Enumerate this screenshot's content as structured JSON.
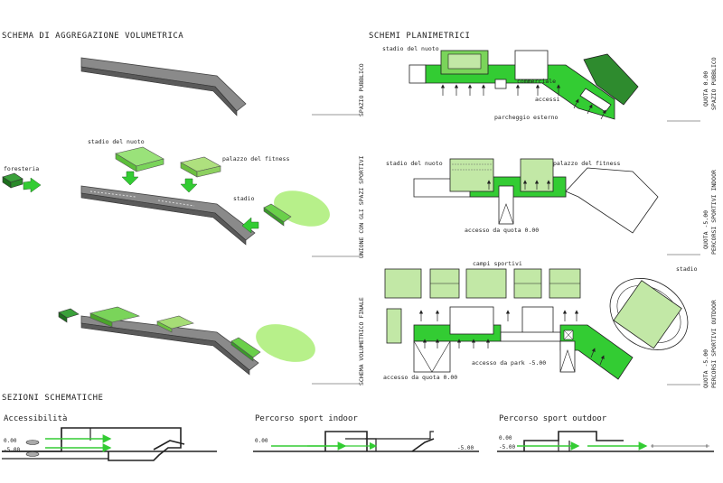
{
  "headings": {
    "volumetric": "SCHEMA DI AGGREGAZIONE VOLUMETRICA",
    "plans": "SCHEMI PLANIMETRICI",
    "sections": "SEZIONI SCHEMATICHE"
  },
  "side_labels": {
    "spazio_pubblico": "SPAZIO PUBBLICO",
    "unione": "UNIONE CON GLI SPAZI SPORTIVI",
    "schema_finale": "SCHEMA VOLUMETRICO FINALE",
    "quota_000": "QUOTA 0.00",
    "spazio_pubblico_r": "SPAZIO PUBBLICO",
    "quota_500a": "QUOTA -5.00",
    "percorsi_indoor": "PERCORSI SPORTIVI INDOOR",
    "quota_500b": "QUOTA -5.00",
    "percorsi_outdoor": "PERCORSI SPORTIVI OUTDOOR"
  },
  "volumetric_labels": {
    "stadio_nuoto": "stadio del nuoto",
    "palazzo_fitness": "palazzo del fitness",
    "foresteria": "foresteria",
    "stadio": "stadio"
  },
  "plan1": {
    "stadio_nuoto": "stadio del nuoto",
    "commerciale": "commerciale",
    "accessi": "accessi",
    "parcheggio": "parcheggio esterno"
  },
  "plan2": {
    "stadio_nuoto": "stadio del nuoto",
    "palazzo_fitness": "palazzo del fitness",
    "accesso_quota": "accesso da quota 0.00"
  },
  "plan3": {
    "campi": "campi sportivi",
    "stadio": "stadio",
    "accesso_park": "accesso da park -5.00",
    "accesso_quota": "accesso da quota 0.00"
  },
  "sections": {
    "accessibilita": "Accessibilità",
    "indoor": "Percorso sport indoor",
    "outdoor": "Percorso sport outdoor",
    "level_000": "0.00",
    "level_500": "-5.00"
  },
  "colors": {
    "green": "#33cc33",
    "light_green": "#c2e8a6",
    "dark_green": "#2e8b2e",
    "gray": "#7a7a7a"
  }
}
